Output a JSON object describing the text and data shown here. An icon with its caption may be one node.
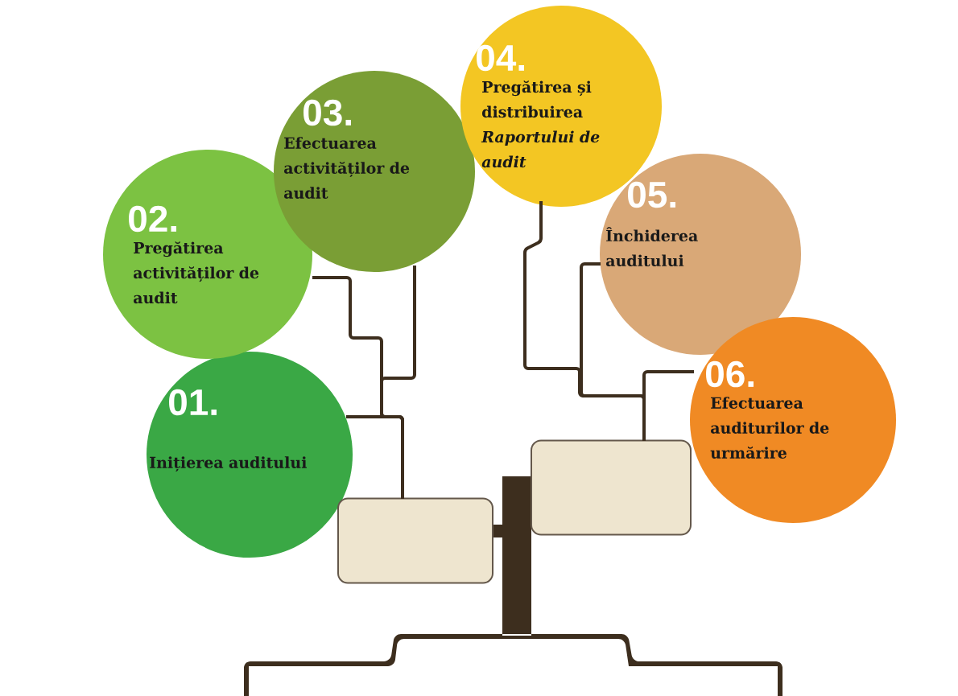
{
  "diagram": {
    "nodes": [
      {
        "text": [
          "01.",
          "Inițierea auditului"
        ]
      },
      {
        "text": [
          "02.",
          "Pregătirea activităților de audit"
        ]
      },
      {
        "text": [
          "03.",
          "Efectuarea activităților de audit"
        ]
      },
      {
        "text": [
          "04.",
          "Pregătirea și distribuirea *Raportului de audit*"
        ]
      },
      {
        "text": [
          "05.",
          "Închiderea auditului"
        ]
      },
      {
        "text": [
          "06.",
          "Efectuarea auditurilor de urmărire"
        ]
      },
      {
        "text": [],
        "shape": "box"
      },
      {
        "text": [],
        "shape": "box"
      }
    ],
    "edges": [
      {
        "from": 0,
        "to": 6,
        "arrow": "none"
      },
      {
        "from": 1,
        "to": 6,
        "arrow": "none"
      },
      {
        "from": 2,
        "to": 6,
        "arrow": "none"
      },
      {
        "from": 3,
        "to": 7,
        "arrow": "none"
      },
      {
        "from": 4,
        "to": 7,
        "arrow": "none"
      },
      {
        "from": 5,
        "to": 7,
        "arrow": "none"
      }
    ]
  }
}
